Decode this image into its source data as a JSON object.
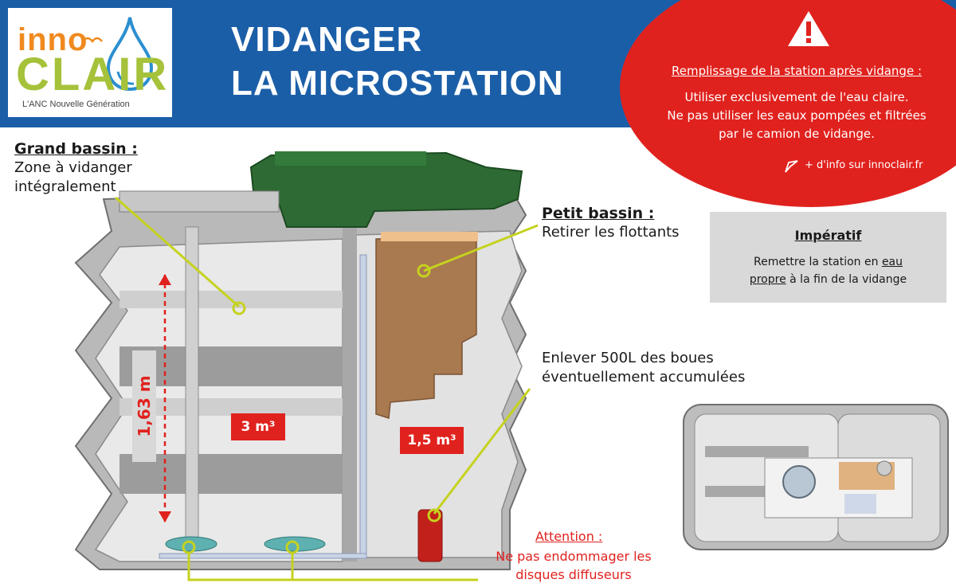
{
  "logo": {
    "brand_part1": "inno",
    "brand_part2": "CLAIR",
    "tagline": "L'ANC Nouvelle Génération"
  },
  "title": {
    "line1": "VIDANGER",
    "line2": "LA MICROSTATION"
  },
  "warning": {
    "heading": "Remplissage de la station après vidange :",
    "line1": "Utiliser exclusivement de l'eau claire.",
    "line2": "Ne pas utiliser les eaux pompées et filtrées",
    "line3": "par le camion de vidange.",
    "more_info": "+ d'info sur innoclair.fr"
  },
  "grand_bassin": {
    "heading": "Grand bassin :",
    "line1": "Zone à vidanger",
    "line2": "intégralement"
  },
  "petit_bassin": {
    "heading": "Petit bassin :",
    "line1": "Retirer les flottants"
  },
  "imperatif": {
    "title": "Impératif",
    "text_before": "Remettre la station en ",
    "text_link1": "eau",
    "text_link2": "propre",
    "text_after": " à la fin de la vidange"
  },
  "boues": {
    "line1": "Enlever 500L des boues",
    "line2": "éventuellement accumulées"
  },
  "measures": {
    "height": "1,63 m",
    "volume_large": "3 m³",
    "volume_small": "1,5 m³"
  },
  "attention": {
    "heading": "Attention :",
    "line1": "Ne pas endommager les",
    "line2": "disques diffuseurs"
  },
  "colors": {
    "header_blue": "#1b5ea8",
    "alert_red": "#e0221e",
    "lid_green": "#2e6b34",
    "callout_yellow": "#c5d21f",
    "sludge_brown": "#a9794f",
    "diffuser_teal": "#5fb0b0"
  },
  "icons": {
    "warning": "warning-triangle-icon",
    "link": "pointer-arrow-icon"
  }
}
